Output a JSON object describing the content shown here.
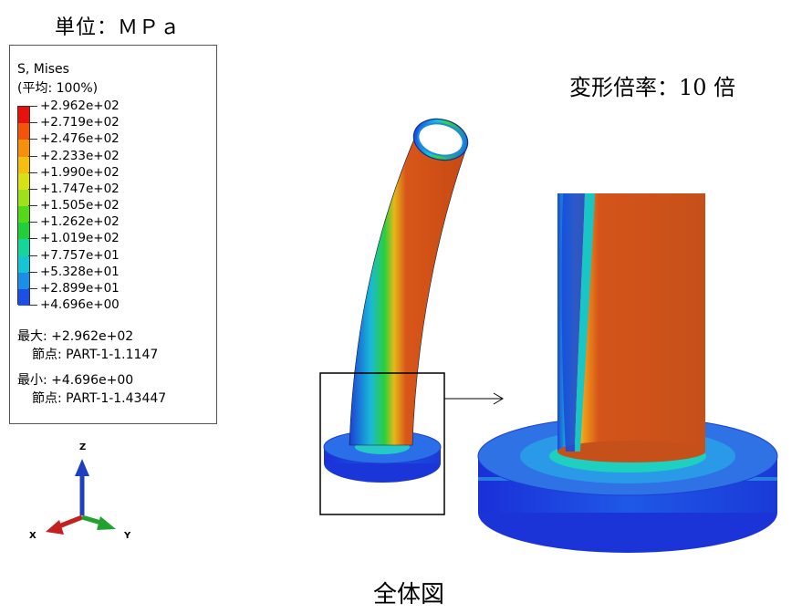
{
  "unit_label": "単位：ＭＰａ",
  "legend": {
    "title": "S, Mises",
    "average": "(平均: 100%)",
    "ticks": [
      "+2.962e+02",
      "+2.719e+02",
      "+2.476e+02",
      "+2.233e+02",
      "+1.990e+02",
      "+1.747e+02",
      "+1.505e+02",
      "+1.262e+02",
      "+1.019e+02",
      "+7.757e+01",
      "+5.328e+01",
      "+2.899e+01",
      "+4.696e+00"
    ],
    "bands": [
      "#e8120c",
      "#f2540a",
      "#f4900e",
      "#f4be12",
      "#d8e018",
      "#9ee01c",
      "#56d81a",
      "#20cf3a",
      "#16d49a",
      "#16c4d6",
      "#1b8ee6",
      "#1d4fe6"
    ],
    "max_label": "最大: +2.962e+02",
    "max_node": "節点: PART-1-1.1147",
    "min_label": "最小: +4.696e+00",
    "min_node": "節点: PART-1-1.43447"
  },
  "triad": {
    "z": "Z",
    "x": "X",
    "y": "Y",
    "colors": {
      "z": "#1f3fbf",
      "x": "#c42020",
      "y": "#22a030"
    }
  },
  "scale_label": "変形倍率：10 倍",
  "caption": "全体図"
}
